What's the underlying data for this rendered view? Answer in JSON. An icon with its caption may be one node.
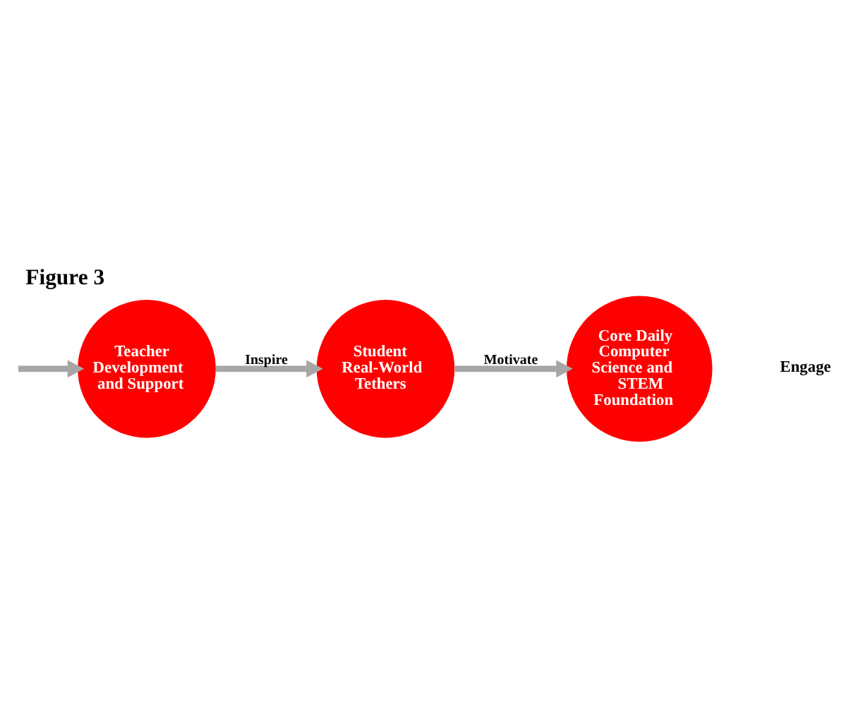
{
  "diagram": {
    "title": "Figure 3",
    "nodes": [
      {
        "text": [
          "Student Real-World Tethers"
        ]
      },
      {
        "text": [
          "Teacher Development and Support"
        ]
      },
      {
        "text": [
          "Core Daily Computer Science and STEM Foundation"
        ]
      }
    ],
    "edges": [
      {
        "from": 1,
        "to": 0,
        "arrow": "to",
        "label": "Inspire"
      },
      {
        "from": 0,
        "to": 2,
        "arrow": "to",
        "label": "Motivate"
      },
      {
        "from": null,
        "to": 1,
        "arrow": "to"
      }
    ],
    "labels": [
      "Engage"
    ]
  }
}
